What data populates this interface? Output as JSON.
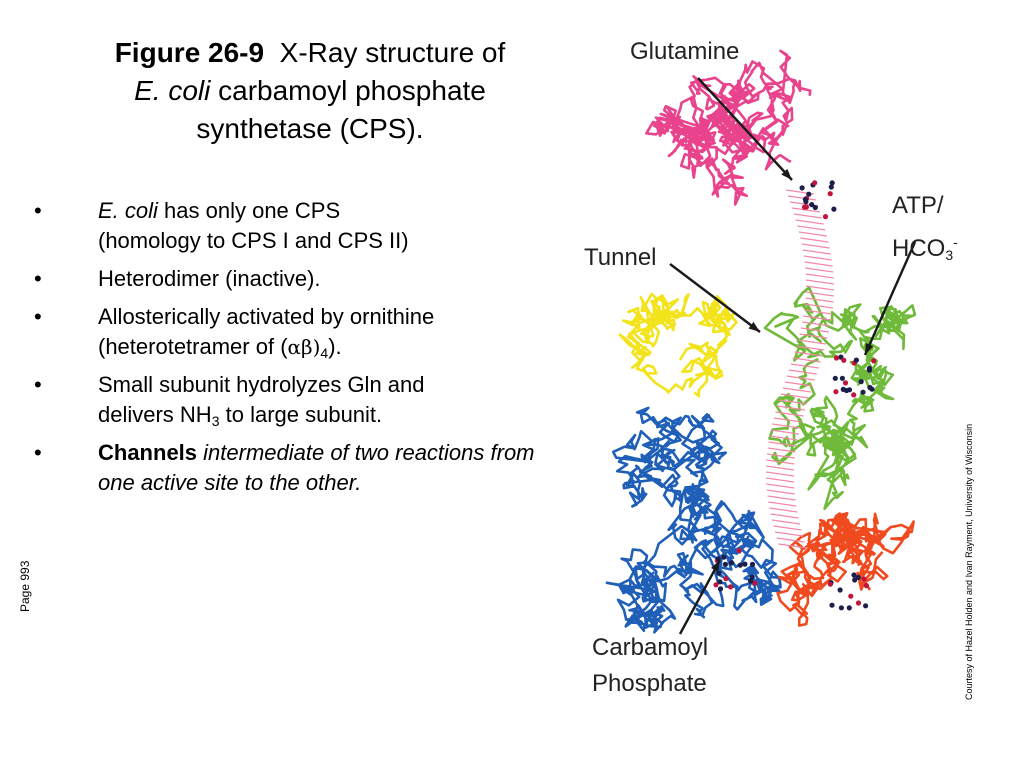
{
  "title": {
    "figure_number": "Figure 26-9",
    "line1_text": "X-Ray structure of",
    "line2_italic": "E. coli",
    "line2_text": " carbamoyl phosphate",
    "line3_text": "synthetase (CPS)."
  },
  "bullets": {
    "marker": "•",
    "b1_italic": "E. coli",
    "b1_text": " has only one CPS",
    "b1_line2": "(homology to CPS I and CPS II)",
    "b2": "Heterodimer (inactive).",
    "b3_line1": "Allosterically activated by ornithine",
    "b3_prefix": "(heterotetramer of (",
    "b3_greek": "αβ)",
    "b3_sub": "4",
    "b3_suffix": ").",
    "b4_line1": "Small subunit hydrolyzes Gln and",
    "b4_prefix": "delivers NH",
    "b4_sub": "3",
    "b4_suffix": " to large subunit.",
    "b5_bold": "Channels",
    "b5_italic": " intermediate of two reactions from one active site to the other."
  },
  "page_label": "Page 993",
  "credit": "Courtesy of Hazel Holden and Ivan Rayment, University of Wisconsin",
  "figure": {
    "labels": {
      "glutamine": "Glutamine",
      "atp_line1": "ATP/",
      "hco3_prefix": "HCO",
      "hco3_sub": "3",
      "hco3_sup": "-",
      "tunnel": "Tunnel",
      "carbamoyl": "Carbamoyl",
      "phosphate": "Phosphate"
    },
    "colors": {
      "pink": "#e8438c",
      "green": "#6fba3a",
      "yellow": "#f2e31a",
      "blue": "#1f5fb8",
      "orange": "#f04a1e",
      "tunnel": "#f08aa8",
      "arrow": "#1a1a1a"
    }
  }
}
